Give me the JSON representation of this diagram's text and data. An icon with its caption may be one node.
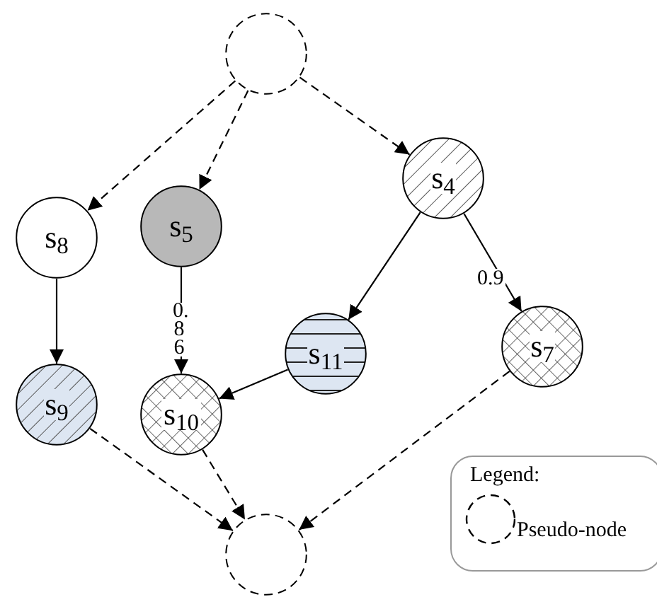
{
  "diagram": {
    "nodes": [
      {
        "text": [],
        "shape": "circle"
      },
      {
        "text": [
          "s$_{8}$"
        ]
      },
      {
        "text": [
          "s$_{5}$"
        ]
      },
      {
        "text": [
          "s$_{4}$"
        ]
      },
      {
        "text": [
          "s$_{11}$"
        ]
      },
      {
        "text": [
          "s$_{7}$"
        ]
      },
      {
        "text": [
          "s$_{9}$"
        ]
      },
      {
        "text": [
          "s$_{10}$"
        ]
      },
      {
        "text": [],
        "shape": "circle"
      }
    ],
    "edges": [
      {
        "from": 0,
        "to": 1,
        "arrow": "to",
        "style": "dashed"
      },
      {
        "from": 0,
        "to": 2,
        "arrow": "to",
        "style": "dashed"
      },
      {
        "from": 0,
        "to": 3,
        "arrow": "to",
        "style": "dashed"
      },
      {
        "from": 1,
        "to": 6,
        "arrow": "to"
      },
      {
        "from": 2,
        "to": 7,
        "arrow": "to",
        "label": "0.86"
      },
      {
        "from": 3,
        "to": 4,
        "arrow": "to"
      },
      {
        "from": 3,
        "to": 5,
        "arrow": "to",
        "label": "0.9"
      },
      {
        "from": 4,
        "to": 7,
        "arrow": "to"
      },
      {
        "from": 6,
        "to": 8,
        "arrow": "to",
        "style": "dashed"
      },
      {
        "from": 7,
        "to": 8,
        "arrow": "to",
        "style": "dashed"
      },
      {
        "from": 5,
        "to": 8,
        "arrow": "to",
        "style": "dashed"
      }
    ],
    "labels": [
      "Legend:"
    ],
    "legend": [
      {
        "text": "Pseudo-node"
      }
    ]
  }
}
